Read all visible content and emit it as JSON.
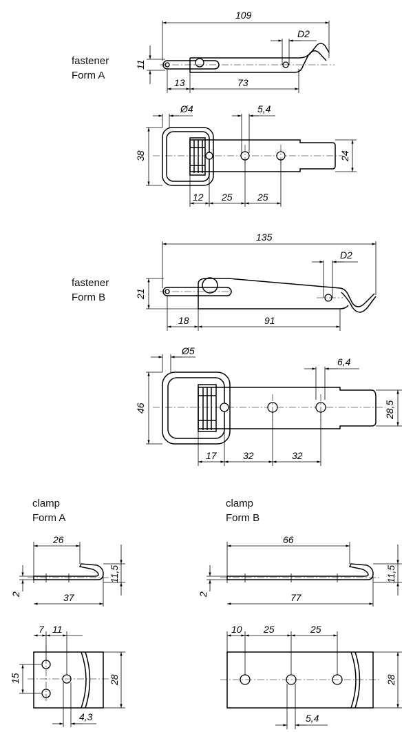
{
  "captions": {
    "fastener_a": [
      "fastener",
      "Form A"
    ],
    "fastener_b": [
      "fastener",
      "Form B"
    ],
    "clamp_a": [
      "clamp",
      "Form A"
    ],
    "clamp_b": [
      "clamp",
      "Form B"
    ]
  },
  "dimensions": {
    "fastener_a_side": {
      "length": "109",
      "hole": "D2",
      "height": "11",
      "offset": "13",
      "body": "73"
    },
    "fastener_a_top": {
      "diameter": "Ø4",
      "hole": "5,4",
      "height": "38",
      "width": "24",
      "a": "12",
      "b": "25",
      "c": "25"
    },
    "fastener_b_side": {
      "length": "135",
      "hole": "D2",
      "height": "21",
      "offset": "18",
      "body": "91"
    },
    "fastener_b_top": {
      "diameter": "Ø5",
      "hole": "6,4",
      "height": "46",
      "width": "28,5",
      "a": "17",
      "b": "32",
      "c": "32"
    },
    "clamp_a_side": {
      "top": "26",
      "height": "11,5",
      "thickness": "2",
      "length": "37"
    },
    "clamp_a_top": {
      "a": "7",
      "b": "11",
      "spacing": "15",
      "width": "28",
      "hole": "4,3"
    },
    "clamp_b_side": {
      "top": "66",
      "height": "11,5",
      "thickness": "2",
      "length": "77"
    },
    "clamp_b_top": {
      "a": "10",
      "b": "25",
      "c": "25",
      "width": "28",
      "hole": "5,4"
    }
  }
}
